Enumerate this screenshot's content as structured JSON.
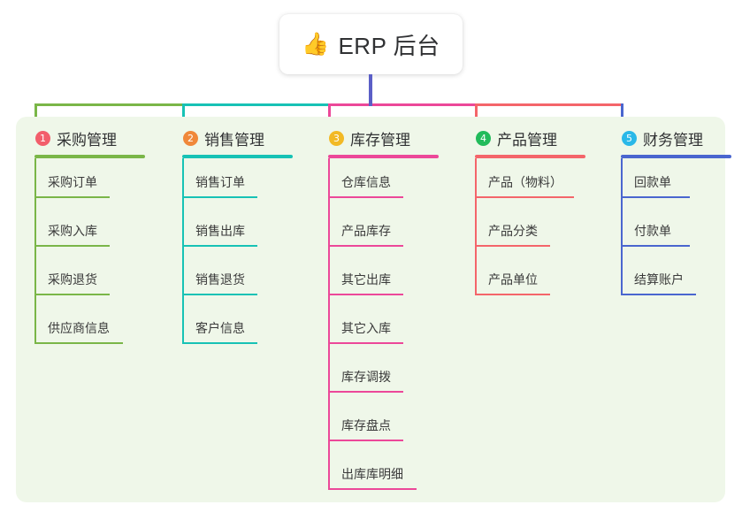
{
  "root": {
    "emoji": "👍",
    "emoji_name": "thumbs-up-icon",
    "title": "ERP 后台"
  },
  "colors": {
    "page_background": "#ffffff",
    "panel_background": "#eff7e9",
    "root_stem": "#5b5fc7",
    "text": "#303133",
    "sub_text": "#3a3a3a"
  },
  "columns": [
    {
      "number": "1",
      "title": "采购管理",
      "badge_color": "#f25e6b",
      "line_color": "#7ab648",
      "underline_width": 125,
      "items": [
        {
          "label": "采购订单",
          "underline_width": 85
        },
        {
          "label": "采购入库",
          "underline_width": 85
        },
        {
          "label": "采购退货",
          "underline_width": 85
        },
        {
          "label": "供应商信息",
          "underline_width": 100
        }
      ]
    },
    {
      "number": "2",
      "title": "销售管理",
      "badge_color": "#f0883a",
      "line_color": "#17c2b5",
      "underline_width": 125,
      "items": [
        {
          "label": "销售订单",
          "underline_width": 85
        },
        {
          "label": "销售出库",
          "underline_width": 85
        },
        {
          "label": "销售退货",
          "underline_width": 85
        },
        {
          "label": "客户信息",
          "underline_width": 85
        }
      ]
    },
    {
      "number": "3",
      "title": "库存管理",
      "badge_color": "#f2b925",
      "line_color": "#ec4899",
      "underline_width": 125,
      "items": [
        {
          "label": "仓库信息",
          "underline_width": 85
        },
        {
          "label": "产品库存",
          "underline_width": 85
        },
        {
          "label": "其它出库",
          "underline_width": 85
        },
        {
          "label": "其它入库",
          "underline_width": 85
        },
        {
          "label": "库存调拨",
          "underline_width": 85
        },
        {
          "label": "库存盘点",
          "underline_width": 85
        },
        {
          "label": "出库库明细",
          "underline_width": 100
        }
      ]
    },
    {
      "number": "4",
      "title": "产品管理",
      "badge_color": "#22bb5b",
      "line_color": "#f4656a",
      "underline_width": 125,
      "items": [
        {
          "label": "产品（物料）",
          "underline_width": 112
        },
        {
          "label": "产品分类",
          "underline_width": 85
        },
        {
          "label": "产品单位",
          "underline_width": 85
        }
      ]
    },
    {
      "number": "5",
      "title": "财务管理",
      "badge_color": "#2ab8e8",
      "line_color": "#4a66cf",
      "underline_width": 125,
      "items": [
        {
          "label": "回款单",
          "underline_width": 78
        },
        {
          "label": "付款单",
          "underline_width": 78
        },
        {
          "label": "结算账户",
          "underline_width": 85
        }
      ]
    }
  ]
}
